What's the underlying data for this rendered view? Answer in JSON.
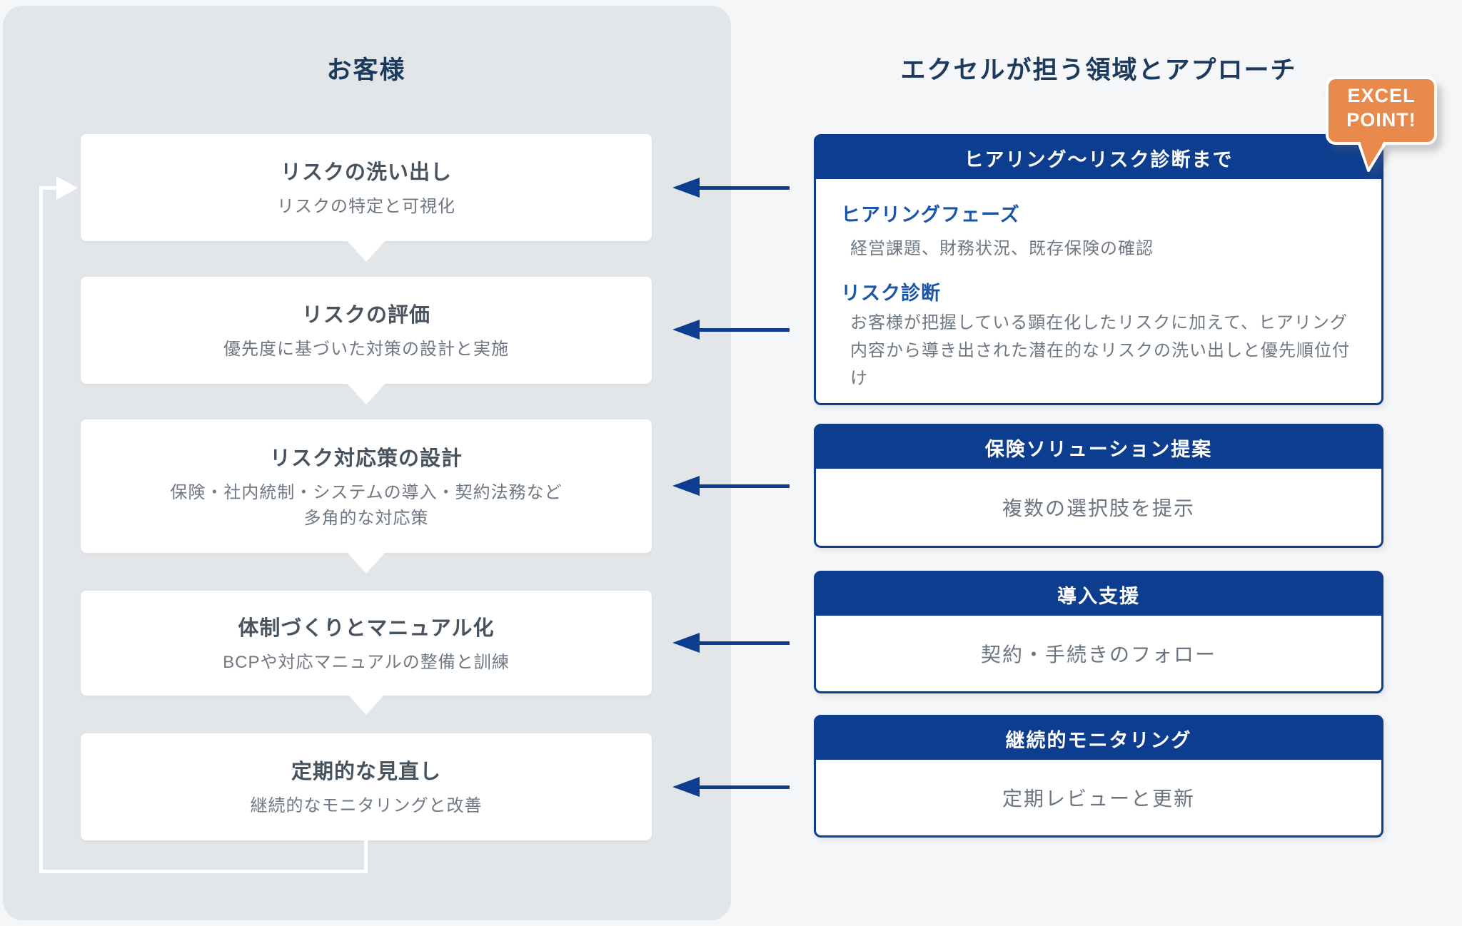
{
  "left_panel": {
    "title": "お客様",
    "steps": [
      {
        "title": "リスクの洗い出し",
        "subtitle": "リスクの特定と可視化"
      },
      {
        "title": "リスクの評価",
        "subtitle": "優先度に基づいた対策の設計と実施"
      },
      {
        "title": "リスク対応策の設計",
        "subtitle": "保険・社内統制・システムの導入・契約法務など\n多角的な対応策"
      },
      {
        "title": "体制づくりとマニュアル化",
        "subtitle": "BCPや対応マニュアルの整備と訓練"
      },
      {
        "title": "定期的な見直し",
        "subtitle": "継続的なモニタリングと改善"
      }
    ]
  },
  "right_panel": {
    "title": "エクセルが担う領域とアプローチ",
    "badge": {
      "line1": "EXCEL",
      "line2": "POINT!"
    },
    "sections": [
      {
        "header": "ヒアリング〜リスク診断まで",
        "items": [
          {
            "label": "ヒアリングフェーズ",
            "text": "経営課題、財務状況、既存保険の確認"
          },
          {
            "label": "リスク診断",
            "text": "お客様が把握している顕在化したリスクに加えて、ヒアリング内容から導き出された潜在的なリスクの洗い出しと優先順位付け"
          }
        ]
      },
      {
        "header": "保険ソリューション提案",
        "body": "複数の選択肢を提示"
      },
      {
        "header": "導入支援",
        "body": "契約・手続きのフォロー"
      },
      {
        "header": "継続的モニタリング",
        "body": "定期レビューと更新"
      }
    ]
  },
  "colors": {
    "navy": "#0d3d8f",
    "accent_blue": "#1a55a8",
    "orange": "#e88a4c",
    "panel_gray": "#e2e6e9",
    "background": "#f5f6f7",
    "title_text": "#1c3a5c",
    "body_text": "#6e7984"
  }
}
